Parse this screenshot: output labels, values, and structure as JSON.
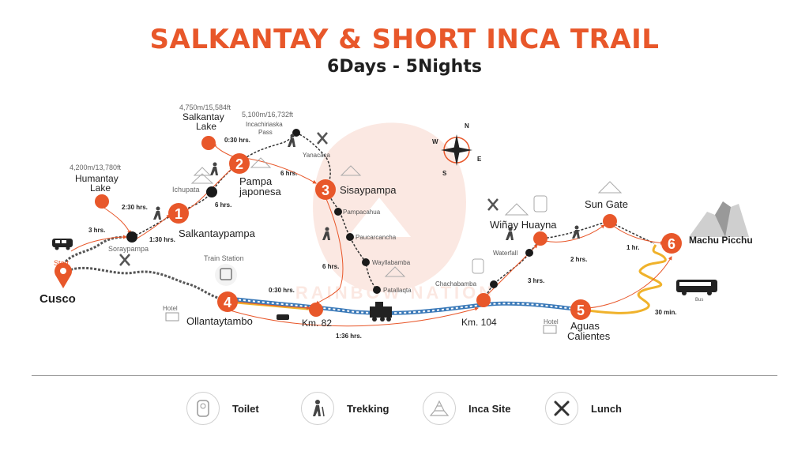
{
  "title": "SALKANTAY & SHORT  INCA TRAIL",
  "subtitle": "6Days - 5Nights",
  "watermark": "RAINBOW NATION",
  "colors": {
    "accent": "#e8572a",
    "dark": "#1a1a1a",
    "river": "#3a79b8",
    "bus_road": "#f0b22b"
  },
  "places": {
    "start": "Start",
    "cusco": "Cusco",
    "soraypampa": "Soraypampa",
    "humantay_alt": "4,200m/13,780ft",
    "humantay": [
      "Humantay",
      "Lake"
    ],
    "ichupata": "Ichupata",
    "salkantaypampa": "Salkantaypampa",
    "salkantay_alt": "4,750m/15,584ft",
    "salkantay_lake": [
      "Salkantay",
      "Lake"
    ],
    "pass_alt": "5,100m/16,732ft",
    "pass": [
      "Incachiriaska",
      "Pass"
    ],
    "pampa_japonesa": [
      "Pampa",
      "japonesa"
    ],
    "yanacaca": "Yanacaca",
    "sisaypampa": "Sisaypampa",
    "pampacahua": "Pampacahua",
    "paucarcancha": "Paucarcancha",
    "wayllabamba": "Wayllabamba",
    "patallaqta": "Patallaqta",
    "train_station": "Train Station",
    "hotel_1": "Hotel",
    "ollantaytambo": "Ollantaytambo",
    "km82": "Km. 82",
    "km104": "Km. 104",
    "chachabamba": "Chachabamba",
    "waterfall": "Waterfall",
    "winay_huayna": "Wiñay Huayna",
    "sun_gate": "Sun Gate",
    "machu_picchu": "Machu Picchu",
    "hotel_2": "Hotel",
    "aguas_calientes": [
      "Aguas",
      "Calientes"
    ],
    "bus": "Bus"
  },
  "stops": [
    "1",
    "2",
    "3",
    "4",
    "5",
    "6"
  ],
  "durations": {
    "cusco_soraypampa": "3 hrs.",
    "soraypampa_humantay": "2:30 hrs.",
    "soraypampa_salkantaypampa": "1:30 hrs.",
    "salkantaypampa_pampa": "6 hrs.",
    "pampa_lake": "0:30 hrs.",
    "pass_sisaypampa": "6 hrs.",
    "sisaypampa_patallaqta": "6 hrs.",
    "patallaqta_ollantaytambo": "0:30 hrs.",
    "ollantaytambo_km104": "1:36 hrs.",
    "km104_winay": "3 hrs.",
    "winay_sungate": "2 hrs.",
    "sungate_mp": "1 hr.",
    "aguas_mp": "30 min."
  },
  "compass": {
    "n": "N",
    "e": "E",
    "s": "S",
    "w": "W"
  },
  "legend": [
    {
      "icon": "toilet-icon",
      "label": "Toilet"
    },
    {
      "icon": "trekking-icon",
      "label": "Trekking"
    },
    {
      "icon": "inca-site-icon",
      "label": "Inca Site"
    },
    {
      "icon": "lunch-icon",
      "label": "Lunch"
    }
  ]
}
